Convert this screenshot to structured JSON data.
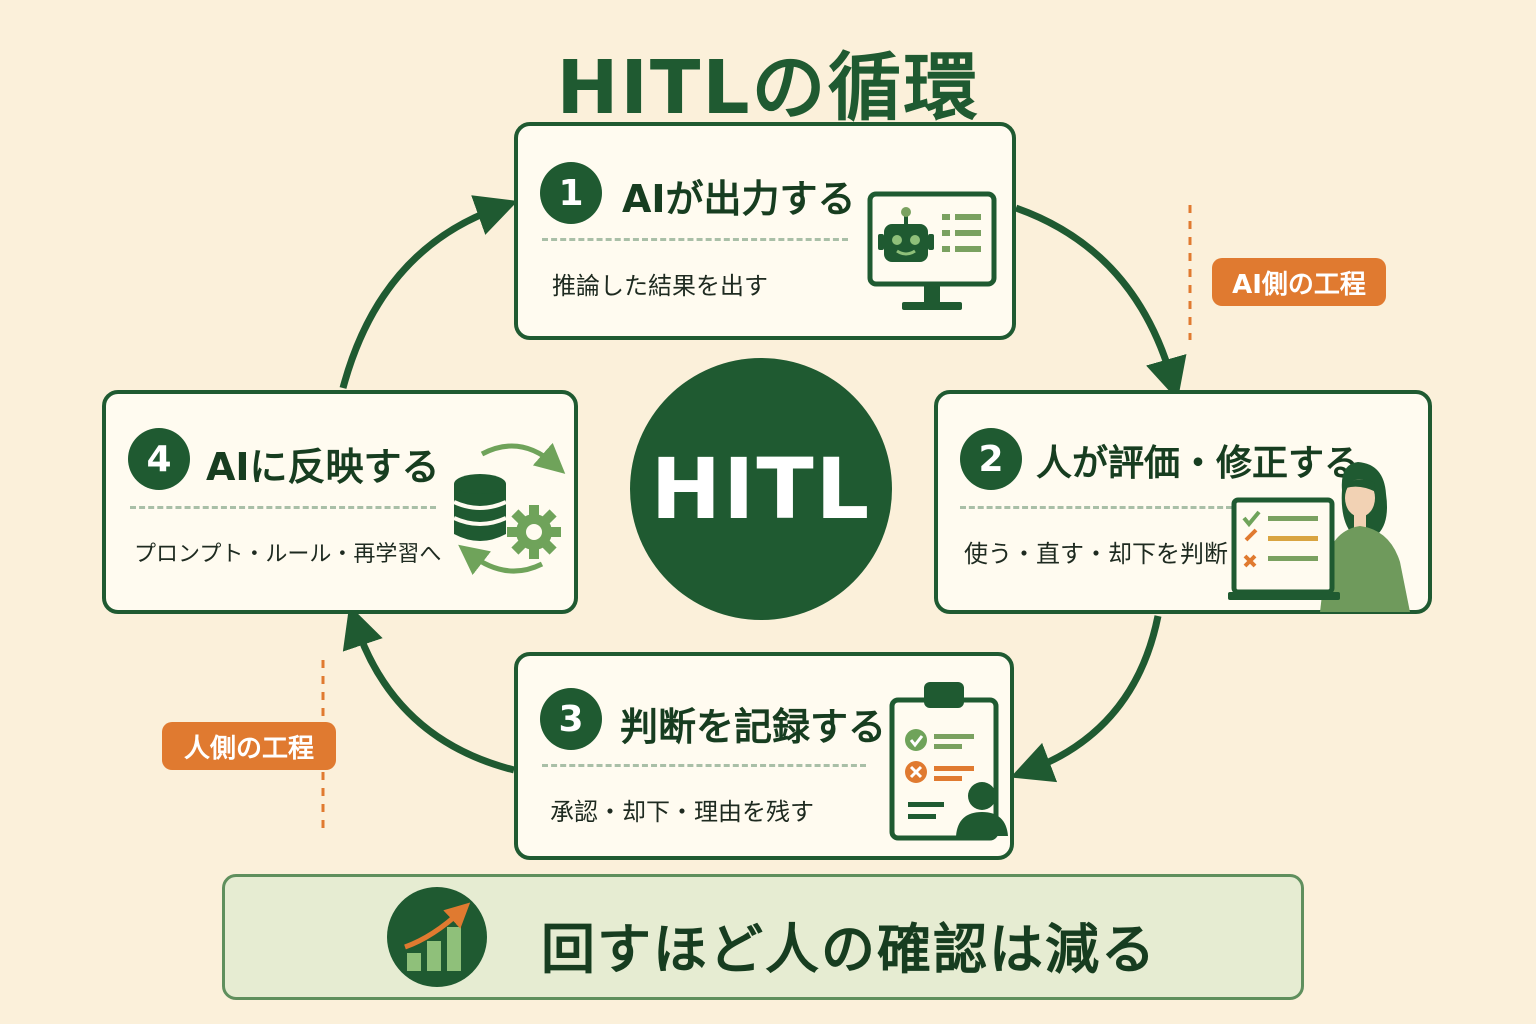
{
  "title": "HITLの循環",
  "center_label": "HITL",
  "steps": [
    {
      "number": "1",
      "title": "AIが出力する",
      "description": "推論した結果を出す"
    },
    {
      "number": "2",
      "title": "人が評価・修正する",
      "description": "使う・直す・却下を判断"
    },
    {
      "number": "3",
      "title": "判断を記録する",
      "description": "承認・却下・理由を残す"
    },
    {
      "number": "4",
      "title": "AIに反映する",
      "description": "プロンプト・ルール・再学習へ"
    }
  ],
  "tags": {
    "ai_side": "AI側の工程",
    "human_side": "人側の工程"
  },
  "summary": "回すほど人の確認は減る",
  "colors": {
    "primary": "#1f5a31",
    "accent": "#e07a30",
    "background": "#fbf0da",
    "card": "#fffbf0",
    "summary_bg": "#e6ecd2"
  },
  "icons": {
    "step1": "robot-monitor-icon",
    "step2": "person-laptop-icon",
    "step3": "clipboard-checklist-icon",
    "step4": "database-gear-cycle-icon",
    "summary": "growth-chart-icon"
  }
}
